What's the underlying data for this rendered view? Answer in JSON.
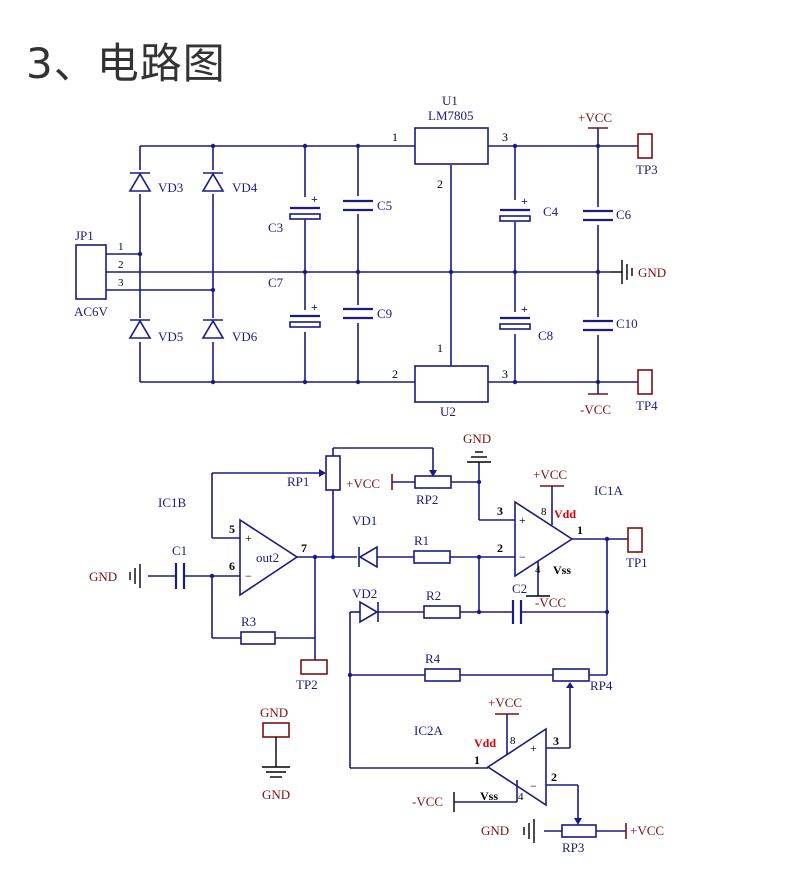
{
  "page": {
    "title": "3、电路图"
  },
  "components": {
    "u1": {
      "name": "U1",
      "part": "LM7805",
      "pin_in": "1",
      "pin_gnd": "2",
      "pin_out": "3"
    },
    "u2": {
      "name": "U2",
      "pin_gnd": "1",
      "pin_in": "2",
      "pin_out": "3"
    },
    "jp1": {
      "name": "JP1",
      "rating": "AC6V",
      "pins": [
        "1",
        "2",
        "3"
      ]
    },
    "diodes": [
      "VD3",
      "VD4",
      "VD5",
      "VD6",
      "VD1",
      "VD2"
    ],
    "capacitors": [
      "C3",
      "C5",
      "C4",
      "C6",
      "C7",
      "C9",
      "C8",
      "C10",
      "C1",
      "C2"
    ],
    "resistors": [
      "R1",
      "R2",
      "R3",
      "R4"
    ],
    "pots": [
      "RP1",
      "RP2",
      "RP3",
      "RP4"
    ],
    "test_points": [
      "TP1",
      "TP2",
      "TP3",
      "TP4"
    ],
    "opamps": {
      "ic1b": "IC1B",
      "ic1a": "IC1A",
      "ic2a": "IC2A",
      "ic1b_out": "out2"
    }
  },
  "power": {
    "vcc_pos": "+VCC",
    "vcc_neg": "-VCC",
    "gnd": "GND",
    "vdd": "Vdd",
    "vss": "Vss"
  },
  "pin_numbers": {
    "ic1b": {
      "plus": "5",
      "minus": "6",
      "out": "7",
      "plus_sign": "+",
      "minus_sign": "−"
    },
    "ic1a": {
      "plus": "3",
      "minus": "2",
      "out": "1",
      "vdd": "8",
      "vss": "4",
      "plus_sign": "+",
      "minus_sign": "−"
    },
    "ic2a": {
      "plus": "3",
      "minus": "2",
      "out": "1",
      "vdd": "8",
      "vss": "4",
      "plus_sign": "+",
      "minus_sign": "−"
    }
  },
  "colors": {
    "wire": "#1b1b80",
    "power": "#7a1111",
    "highlight": "#e00000"
  }
}
